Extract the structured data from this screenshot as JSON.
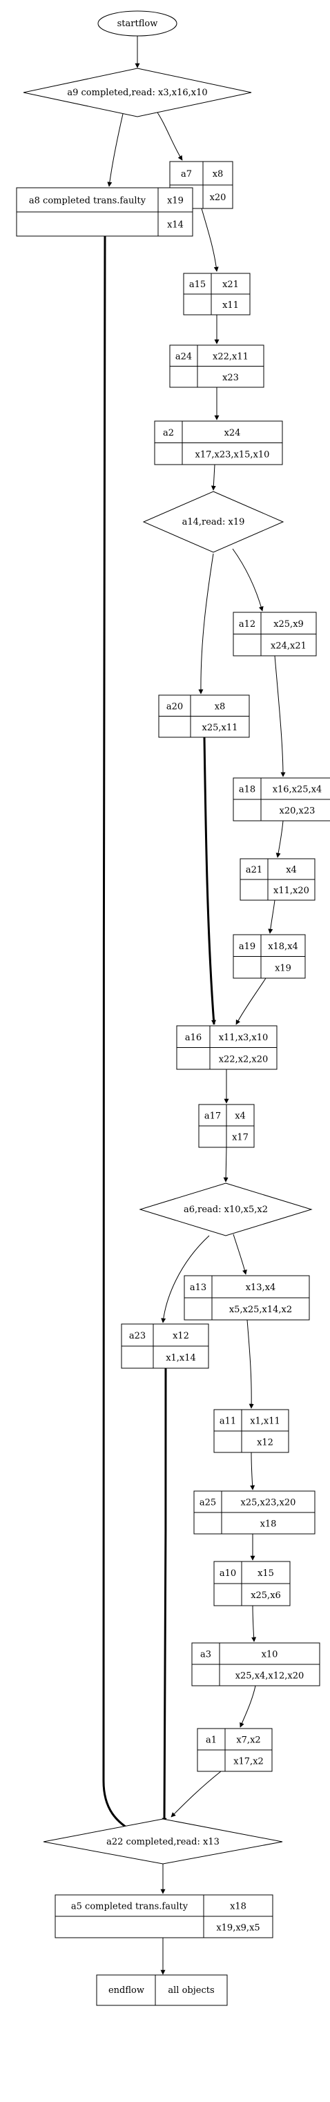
{
  "start": "startflow",
  "end": {
    "left": "endflow",
    "right": "all objects"
  },
  "decisions": {
    "d1": "a9 completed,read: x3,x16,x10",
    "d2": "a14,read: x19",
    "d3": "a6,read: x10,x5,x2",
    "d4": "a22 completed,read: x13"
  },
  "nodes": {
    "a7": {
      "name": "a7",
      "top": "x8",
      "bottom": "x20"
    },
    "a8": {
      "name": "a8 completed trans.faulty",
      "top": "x19",
      "bottom": "x14"
    },
    "a15": {
      "name": "a15",
      "top": "x21",
      "bottom": "x11"
    },
    "a24": {
      "name": "a24",
      "top": "x22,x11",
      "bottom": "x23"
    },
    "a2": {
      "name": "a2",
      "top": "x24",
      "bottom": "x17,x23,x15,x10"
    },
    "a12": {
      "name": "a12",
      "top": "x25,x9",
      "bottom": "x24,x21"
    },
    "a20": {
      "name": "a20",
      "top": "x8",
      "bottom": "x25,x11"
    },
    "a18": {
      "name": "a18",
      "top": "x16,x25,x4",
      "bottom": "x20,x23"
    },
    "a21": {
      "name": "a21",
      "top": "x4",
      "bottom": "x11,x20"
    },
    "a19": {
      "name": "a19",
      "top": "x18,x4",
      "bottom": "x19"
    },
    "a16": {
      "name": "a16",
      "top": "x11,x3,x10",
      "bottom": "x22,x2,x20"
    },
    "a17": {
      "name": "a17",
      "top": "x4",
      "bottom": "x17"
    },
    "a13": {
      "name": "a13",
      "top": "x13,x4",
      "bottom": "x5,x25,x14,x2"
    },
    "a23": {
      "name": "a23",
      "top": "x12",
      "bottom": "x1,x14"
    },
    "a11": {
      "name": "a11",
      "top": "x1,x11",
      "bottom": "x12"
    },
    "a25": {
      "name": "a25",
      "top": "x25,x23,x20",
      "bottom": "x18"
    },
    "a10": {
      "name": "a10",
      "top": "x15",
      "bottom": "x25,x6"
    },
    "a3": {
      "name": "a3",
      "top": "x10",
      "bottom": "x25,x4,x12,x20"
    },
    "a1": {
      "name": "a1",
      "top": "x7,x2",
      "bottom": "x17,x2"
    },
    "a5": {
      "name": "a5 completed trans.faulty",
      "top": "x18",
      "bottom": "x19,x9,x5"
    }
  }
}
